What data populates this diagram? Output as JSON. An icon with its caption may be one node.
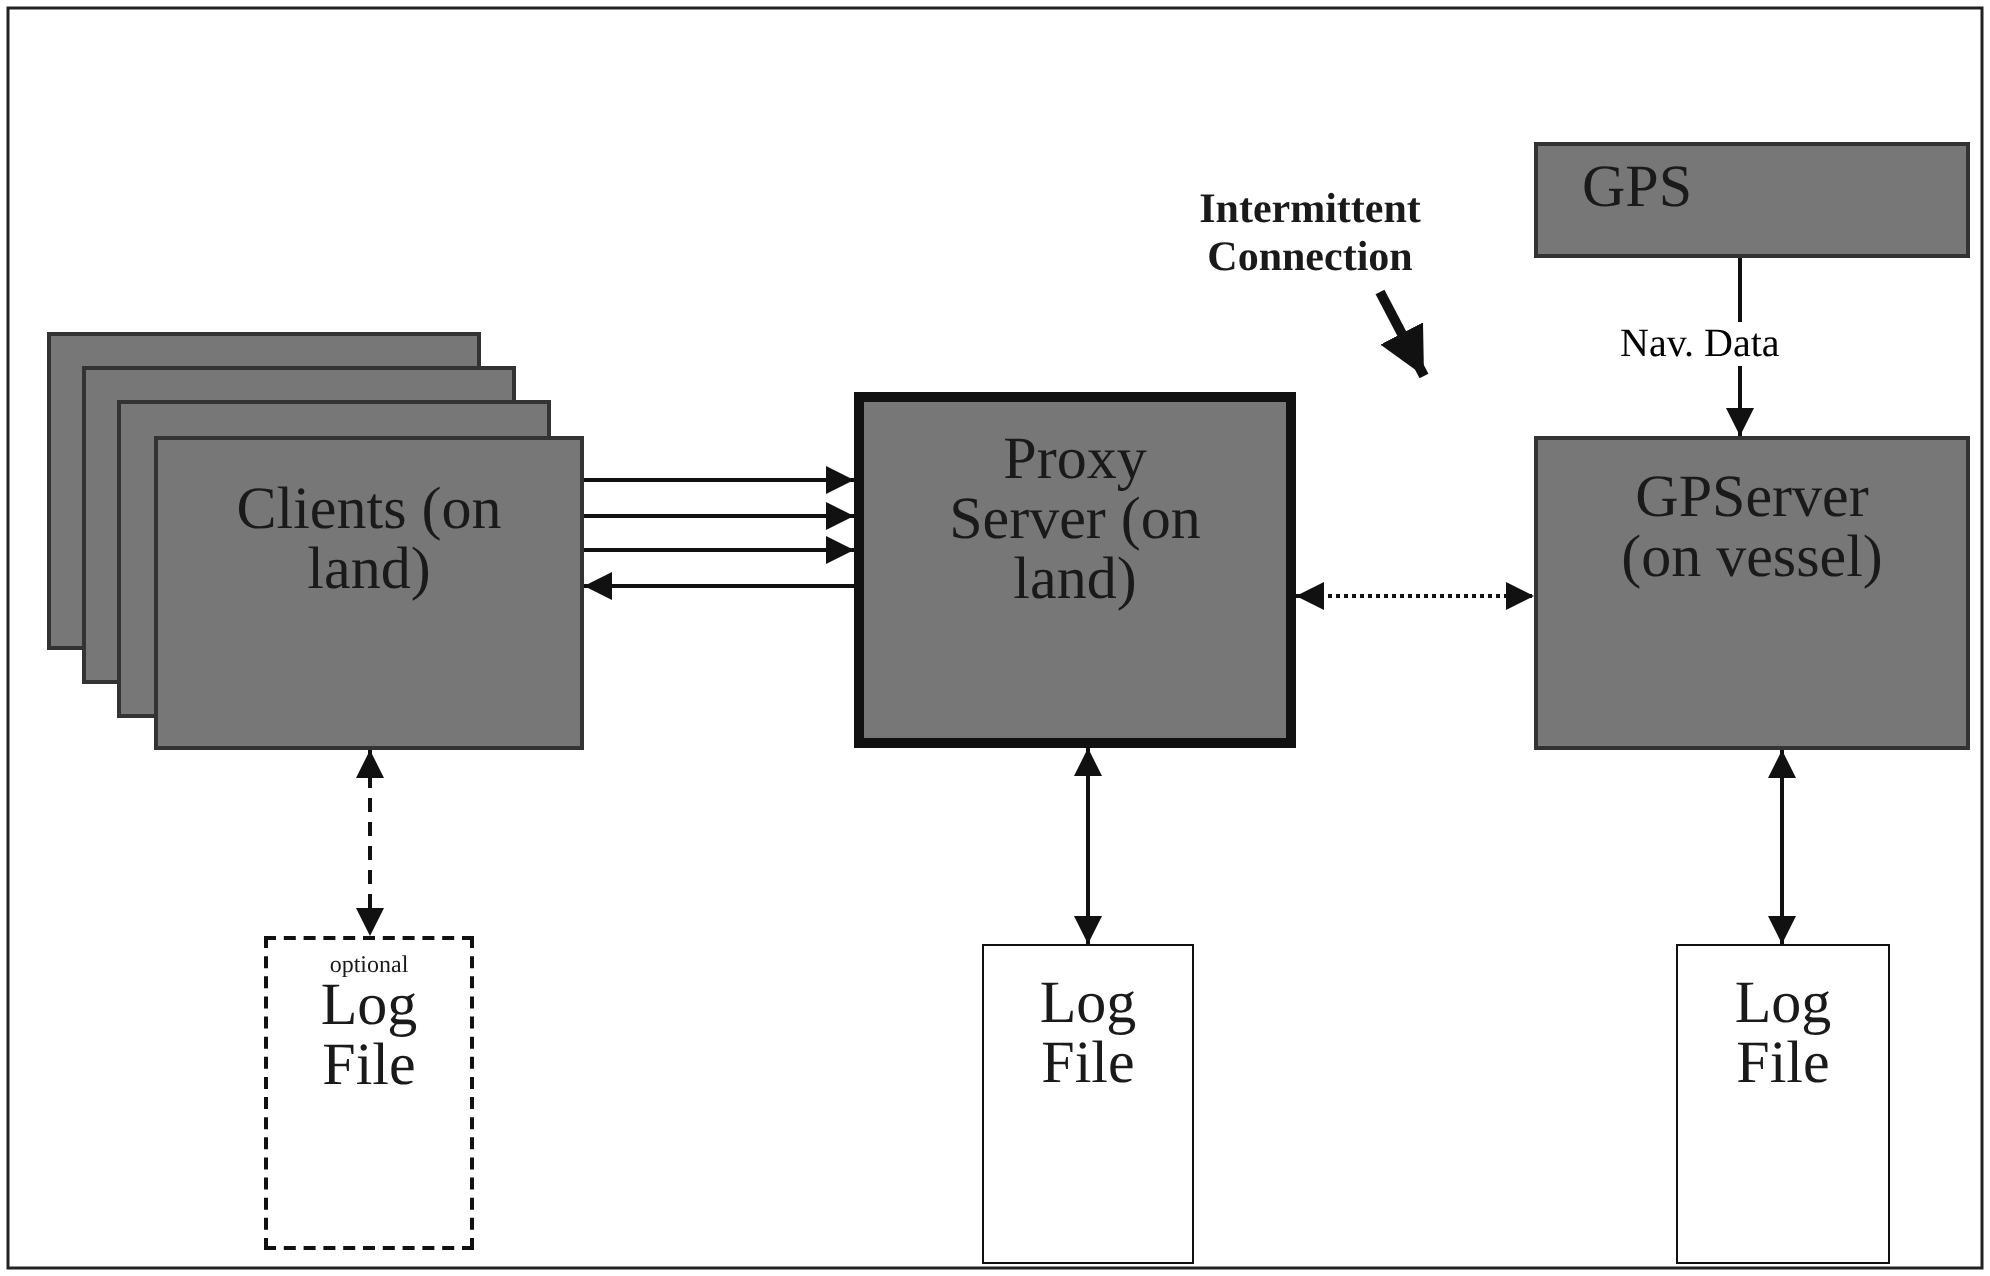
{
  "diagram": {
    "nodes": [
      {
        "text": [
          "Clients (on land)"
        ]
      },
      {
        "text": [
          "Proxy Server (on land)"
        ]
      },
      {
        "text": [
          "GPS"
        ]
      },
      {
        "text": [
          "GPServer (on vessel)"
        ]
      },
      {
        "text": [
          "optional",
          "Log File"
        ]
      },
      {
        "text": [
          "Log File"
        ]
      },
      {
        "text": [
          "Log File"
        ]
      },
      {
        "text": [
          "Intermittent Connection"
        ]
      }
    ],
    "edges": [
      {
        "from": 0,
        "to": 1,
        "arrow": "to"
      },
      {
        "from": 0,
        "to": 1,
        "arrow": "to"
      },
      {
        "from": 0,
        "to": 1,
        "arrow": "to"
      },
      {
        "from": 1,
        "to": 0,
        "arrow": "to"
      },
      {
        "from": 1,
        "to": 3,
        "arrow": "both",
        "style": "dashed"
      },
      {
        "from": 2,
        "to": 3,
        "label": "Nav. Data",
        "arrow": "to"
      },
      {
        "from": 0,
        "to": 4,
        "arrow": "both",
        "style": "dashed"
      },
      {
        "from": 1,
        "to": 5,
        "arrow": "both"
      },
      {
        "from": 3,
        "to": 6,
        "arrow": "both"
      },
      {
        "from": 7,
        "to": null,
        "arrow": "to",
        "style": "thick"
      }
    ]
  }
}
